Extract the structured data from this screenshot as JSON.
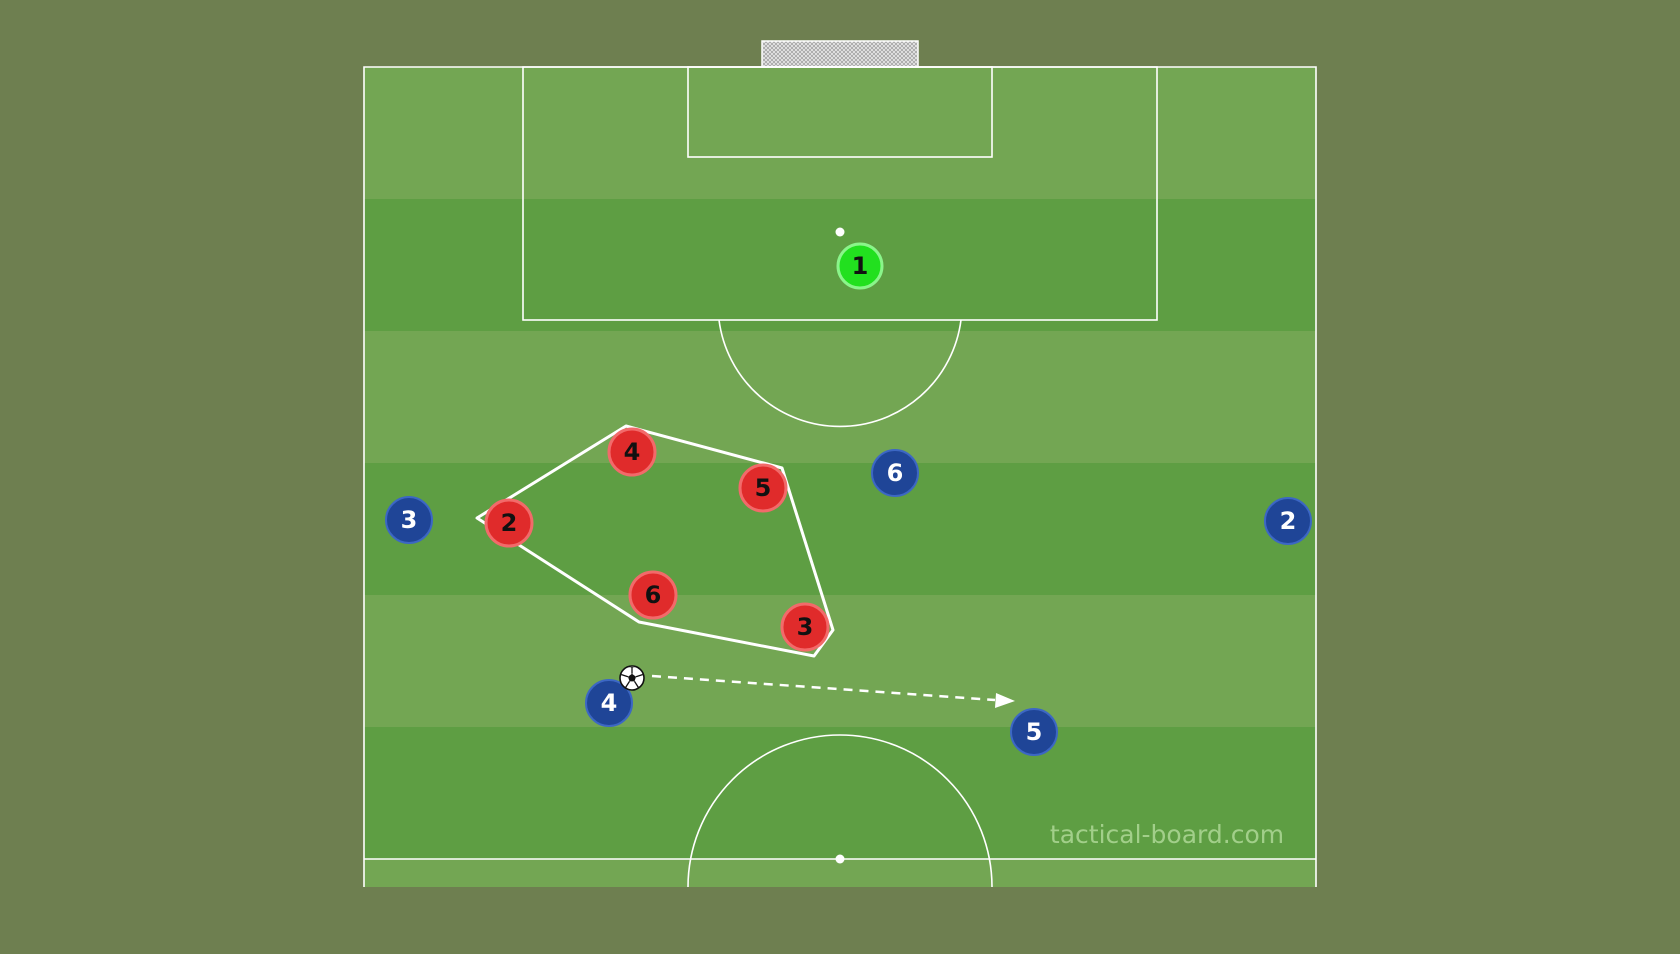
{
  "colors": {
    "background": "#6e7f50",
    "stripe_light": "#73a653",
    "stripe_dark": "#5e9e43",
    "lines": "#ffffff",
    "red_team": "#e02b2b",
    "red_team_border": "#f26a6a",
    "blue_team": "#1f4597",
    "blue_team_border": "#3c67c4",
    "goalkeeper": "#22e01f",
    "goalkeeper_border": "#8af58a",
    "red_label": "#111111",
    "blue_label": "#ffffff",
    "goalkeeper_label": "#111111",
    "watermark": "#a2cf8a"
  },
  "players": {
    "goalkeeper": {
      "label": "1"
    },
    "red": [
      {
        "label": "4"
      },
      {
        "label": "5"
      },
      {
        "label": "2"
      },
      {
        "label": "6"
      },
      {
        "label": "3"
      }
    ],
    "blue": [
      {
        "label": "6"
      },
      {
        "label": "3"
      },
      {
        "label": "2"
      },
      {
        "label": "4"
      },
      {
        "label": "5"
      }
    ]
  },
  "ball": {
    "icon": "soccer-ball-icon"
  },
  "pass": {
    "style": "dashed",
    "icon": "arrowhead-icon"
  },
  "watermark": "tactical-board.com"
}
